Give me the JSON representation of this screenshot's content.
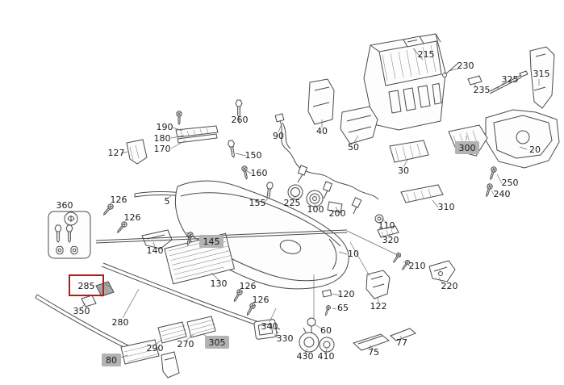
{
  "diagram": {
    "kind": "exploded-parts-diagram",
    "colors": {
      "background": "#ffffff",
      "line": "#4a4a4a",
      "label_text": "#1a1a1a",
      "label_highlight_bg": "#b3b3b3",
      "selection_box": "#cc1111"
    },
    "selected": {
      "label": "285"
    },
    "labels": [
      {
        "text": "215",
        "style": "plain"
      },
      {
        "text": "230",
        "style": "plain"
      },
      {
        "text": "235",
        "style": "plain"
      },
      {
        "text": "325",
        "style": "plain"
      },
      {
        "text": "315",
        "style": "plain"
      },
      {
        "text": "260",
        "style": "plain"
      },
      {
        "text": "190",
        "style": "plain"
      },
      {
        "text": "180",
        "style": "plain"
      },
      {
        "text": "170",
        "style": "plain"
      },
      {
        "text": "127",
        "style": "plain"
      },
      {
        "text": "150",
        "style": "plain"
      },
      {
        "text": "90",
        "style": "plain"
      },
      {
        "text": "40",
        "style": "plain"
      },
      {
        "text": "50",
        "style": "plain"
      },
      {
        "text": "30",
        "style": "plain"
      },
      {
        "text": "300",
        "style": "gray"
      },
      {
        "text": "20",
        "style": "plain"
      },
      {
        "text": "250",
        "style": "plain"
      },
      {
        "text": "240",
        "style": "plain"
      },
      {
        "text": "310",
        "style": "plain"
      },
      {
        "text": "160",
        "style": "plain"
      },
      {
        "text": "126",
        "style": "plain"
      },
      {
        "text": "126",
        "style": "plain"
      },
      {
        "text": "5",
        "style": "plain"
      },
      {
        "text": "360",
        "style": "plain"
      },
      {
        "text": "155",
        "style": "plain"
      },
      {
        "text": "225",
        "style": "plain"
      },
      {
        "text": "100",
        "style": "plain"
      },
      {
        "text": "200",
        "style": "plain"
      },
      {
        "text": "110",
        "style": "plain"
      },
      {
        "text": "320",
        "style": "plain"
      },
      {
        "text": "145",
        "style": "gray"
      },
      {
        "text": "140",
        "style": "plain"
      },
      {
        "text": "130",
        "style": "plain"
      },
      {
        "text": "126",
        "style": "plain"
      },
      {
        "text": "126",
        "style": "plain"
      },
      {
        "text": "10",
        "style": "plain"
      },
      {
        "text": "210",
        "style": "plain"
      },
      {
        "text": "220",
        "style": "plain"
      },
      {
        "text": "122",
        "style": "plain"
      },
      {
        "text": "285",
        "style": "selected"
      },
      {
        "text": "350",
        "style": "plain"
      },
      {
        "text": "280",
        "style": "plain"
      },
      {
        "text": "290",
        "style": "plain"
      },
      {
        "text": "270",
        "style": "plain"
      },
      {
        "text": "305",
        "style": "gray"
      },
      {
        "text": "340",
        "style": "plain"
      },
      {
        "text": "330",
        "style": "plain"
      },
      {
        "text": "120",
        "style": "plain"
      },
      {
        "text": "65",
        "style": "plain"
      },
      {
        "text": "60",
        "style": "plain"
      },
      {
        "text": "430",
        "style": "plain"
      },
      {
        "text": "410",
        "style": "plain"
      },
      {
        "text": "75",
        "style": "plain"
      },
      {
        "text": "77",
        "style": "plain"
      },
      {
        "text": "80",
        "style": "gray"
      }
    ]
  }
}
